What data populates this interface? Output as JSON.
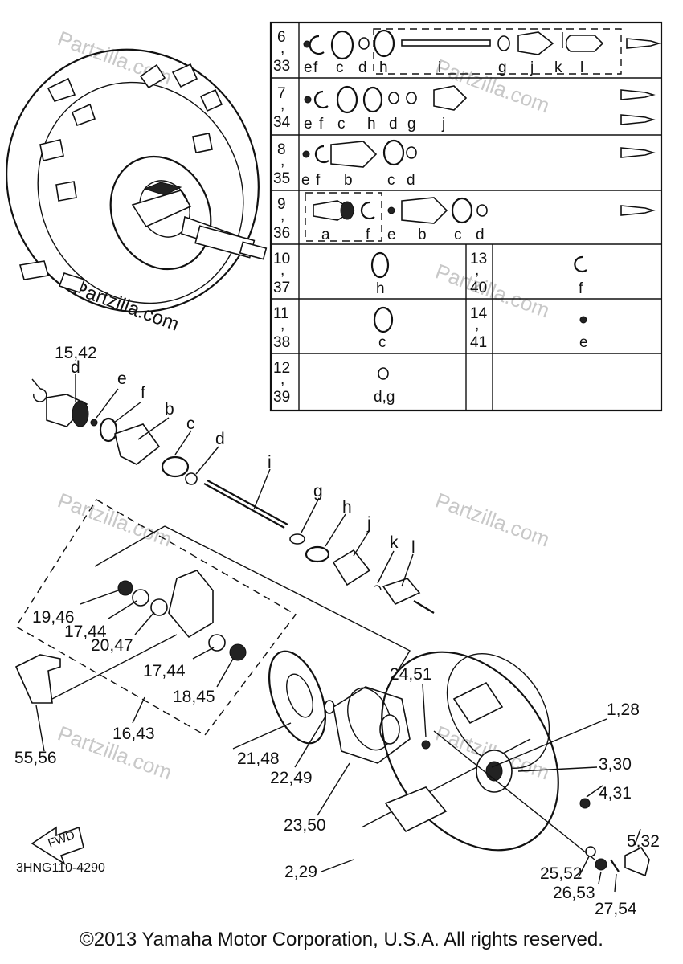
{
  "watermark": "Partzilla.com",
  "table": {
    "rows": [
      {
        "num": "6",
        "alt": "33",
        "letters": [
          "e",
          "f",
          "c",
          "d",
          "h",
          "i",
          "g",
          "j",
          "k",
          "l"
        ]
      },
      {
        "num": "7",
        "alt": "34",
        "letters": [
          "e",
          "f",
          "c",
          "h",
          "d",
          "g",
          "j"
        ]
      },
      {
        "num": "8",
        "alt": "35",
        "letters": [
          "e",
          "f",
          "b",
          "c",
          "d"
        ]
      },
      {
        "num": "9",
        "alt": "36",
        "letters": [
          "a",
          "f",
          "e",
          "b",
          "c",
          "d"
        ]
      },
      {
        "num": "10",
        "alt": "37",
        "letters": [
          "h"
        ]
      },
      {
        "num": "11",
        "alt": "38",
        "letters": [
          "c"
        ]
      },
      {
        "num": "12",
        "alt": "39",
        "letters": [
          "d,g"
        ]
      },
      {
        "num": "13",
        "alt": "40",
        "letters": [
          "f"
        ]
      },
      {
        "num": "14",
        "alt": "41",
        "letters": [
          "e"
        ]
      }
    ],
    "comma": ","
  },
  "callouts": [
    {
      "id": "15-42",
      "text": "15,42"
    },
    {
      "id": "d-upper",
      "text": "d"
    },
    {
      "id": "e",
      "text": "e"
    },
    {
      "id": "f",
      "text": "f"
    },
    {
      "id": "b",
      "text": "b"
    },
    {
      "id": "c",
      "text": "c"
    },
    {
      "id": "d-lower",
      "text": "d"
    },
    {
      "id": "i",
      "text": "i"
    },
    {
      "id": "g",
      "text": "g"
    },
    {
      "id": "h",
      "text": "h"
    },
    {
      "id": "j",
      "text": "j"
    },
    {
      "id": "k",
      "text": "k"
    },
    {
      "id": "l",
      "text": "l"
    },
    {
      "id": "19-46",
      "text": "19,46"
    },
    {
      "id": "17-44a",
      "text": "17,44"
    },
    {
      "id": "20-47",
      "text": "20,47"
    },
    {
      "id": "17-44b",
      "text": "17,44"
    },
    {
      "id": "18-45",
      "text": "18,45"
    },
    {
      "id": "16-43",
      "text": "16,43"
    },
    {
      "id": "55-56",
      "text": "55,56"
    },
    {
      "id": "21-48",
      "text": "21,48"
    },
    {
      "id": "22-49",
      "text": "22,49"
    },
    {
      "id": "23-50",
      "text": "23,50"
    },
    {
      "id": "24-51",
      "text": "24,51"
    },
    {
      "id": "1-28",
      "text": "1,28"
    },
    {
      "id": "3-30",
      "text": "3,30"
    },
    {
      "id": "4-31",
      "text": "4,31"
    },
    {
      "id": "5-32",
      "text": "5,32"
    },
    {
      "id": "2-29",
      "text": "2,29"
    },
    {
      "id": "25-52",
      "text": "25,52"
    },
    {
      "id": "26-53",
      "text": "26,53"
    },
    {
      "id": "27-54",
      "text": "27,54"
    }
  ],
  "fwd_label": "FWD",
  "diagram_code": "3HNG110-4290",
  "copyright": "©2013 Yamaha Motor Corporation, U.S.A. All rights reserved."
}
